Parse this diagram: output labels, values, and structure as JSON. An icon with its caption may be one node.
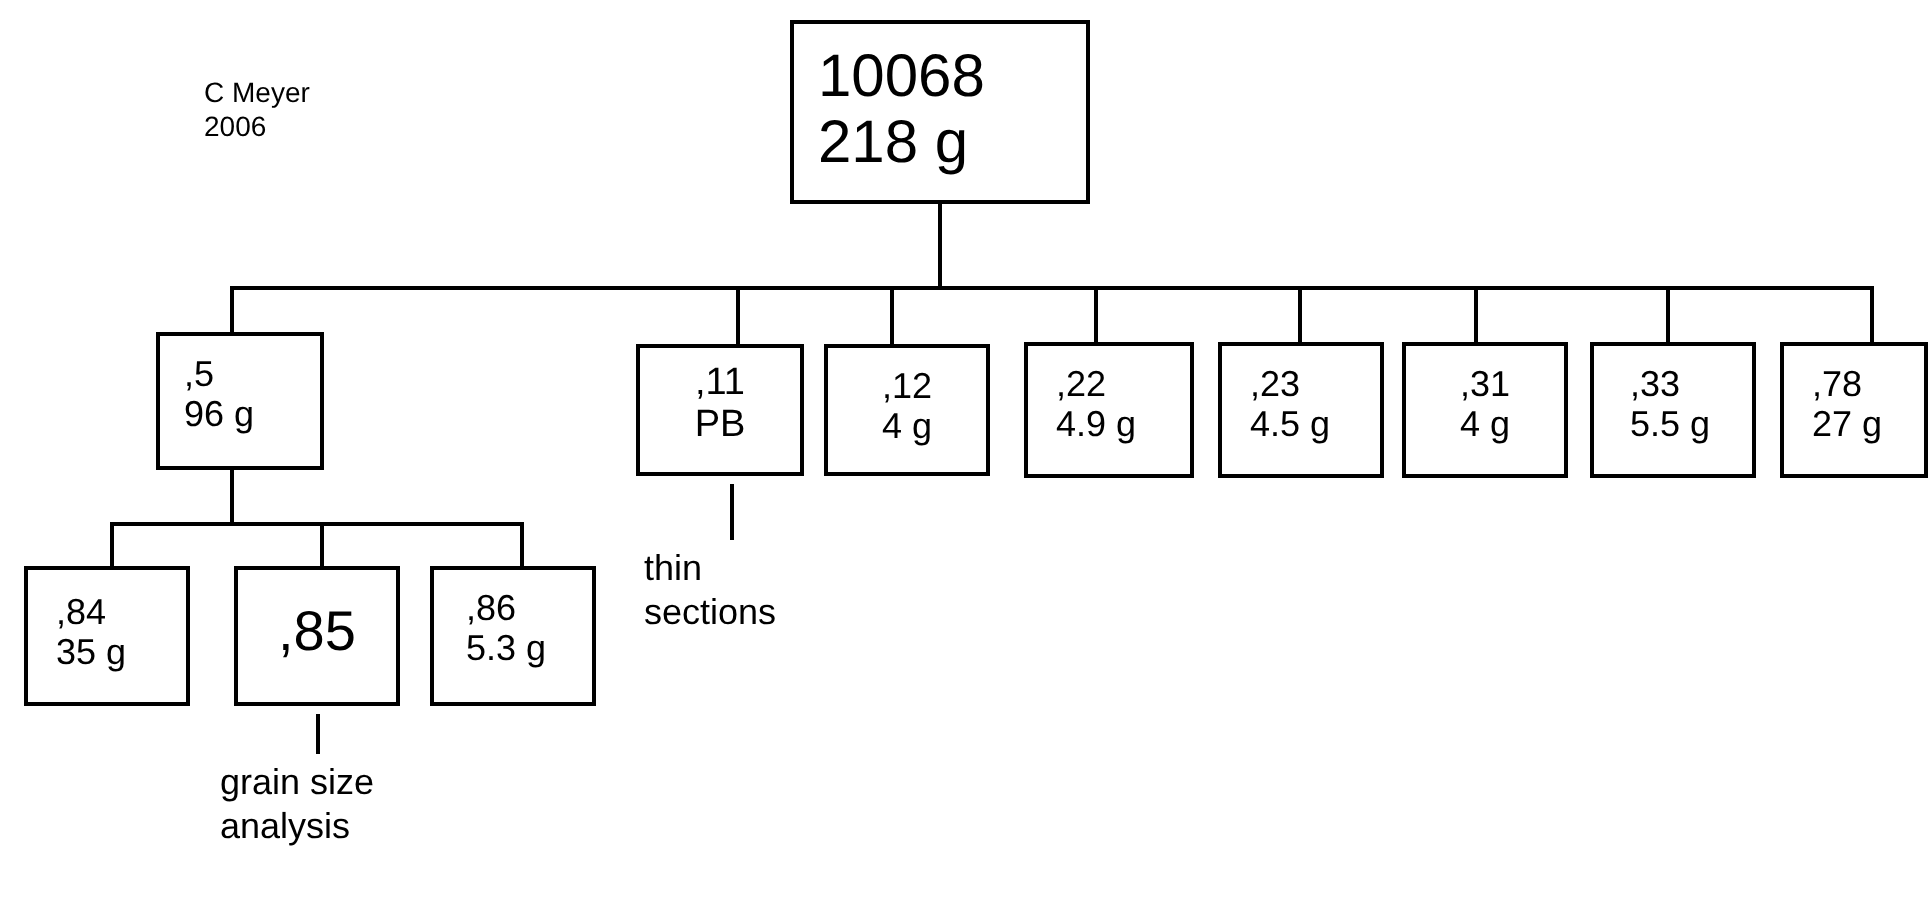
{
  "diagram": {
    "nodes": [
      {
        "text": [
          "10068",
          "218 g"
        ]
      },
      {
        "text": [
          ",5",
          "96 g"
        ]
      },
      {
        "text": [
          ",11",
          "PB"
        ]
      },
      {
        "text": [
          ",12",
          "4 g"
        ]
      },
      {
        "text": [
          ",22",
          "4.9 g"
        ]
      },
      {
        "text": [
          ",23",
          "4.5 g"
        ]
      },
      {
        "text": [
          ",31",
          "4 g"
        ]
      },
      {
        "text": [
          ",33",
          "5.5 g"
        ]
      },
      {
        "text": [
          ",78",
          "27 g"
        ]
      },
      {
        "text": [
          ",84",
          "35 g"
        ]
      },
      {
        "text": [
          ",85"
        ]
      },
      {
        "text": [
          ",86",
          "5.3 g"
        ]
      },
      {
        "text": [
          "thin sections"
        ]
      },
      {
        "text": [
          "grain size analysis"
        ]
      }
    ],
    "edges": [
      {
        "from": 0,
        "to": 1,
        "arrow": "none"
      },
      {
        "from": 0,
        "to": 2,
        "arrow": "none"
      },
      {
        "from": 0,
        "to": 3,
        "arrow": "none"
      },
      {
        "from": 0,
        "to": 4,
        "arrow": "none"
      },
      {
        "from": 0,
        "to": 5,
        "arrow": "none"
      },
      {
        "from": 0,
        "to": 6,
        "arrow": "none"
      },
      {
        "from": 0,
        "to": 7,
        "arrow": "none"
      },
      {
        "from": 0,
        "to": 8,
        "arrow": "none"
      },
      {
        "from": 1,
        "to": 9,
        "arrow": "none"
      },
      {
        "from": 1,
        "to": 10,
        "arrow": "none"
      },
      {
        "from": 1,
        "to": 11,
        "arrow": "none"
      },
      {
        "from": 2,
        "to": 12,
        "arrow": "none"
      },
      {
        "from": 10,
        "to": 13,
        "arrow": "none"
      }
    ],
    "labels": [
      "C Meyer 2006"
    ]
  }
}
